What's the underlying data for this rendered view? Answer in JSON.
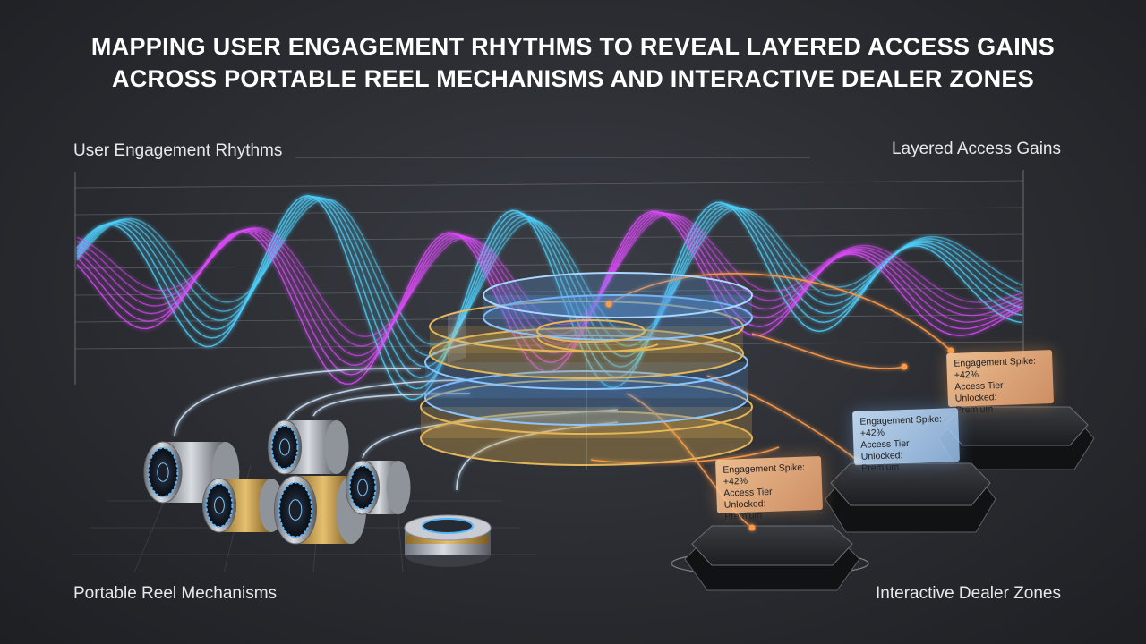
{
  "title": {
    "line1": "MAPPING USER ENGAGEMENT RHYTHMS TO REVEAL LAYERED ACCESS GAINS",
    "line2": "ACROSS PORTABLE REEL MECHANISMS AND INTERACTIVE DEALER ZONES"
  },
  "labels": {
    "top_left": "User Engagement Rhythms",
    "top_right": "Layered Access Gains",
    "bottom_left": "Portable Reel Mechanisms",
    "bottom_right": "Interactive Dealer Zones"
  },
  "cards": [
    {
      "line1": "Engagement Spike: +42%",
      "line2": "Access Tier Unlocked:",
      "line3": "Premium"
    },
    {
      "line1": "Engagement Spike: +42%",
      "line2": "Access Tier Unlocked:",
      "line3": "Premium"
    },
    {
      "line1": "Engagement Spike: +42%",
      "line2": "Access Tier Unlocked:",
      "line3": "Premium"
    }
  ],
  "colors": {
    "cyan_wave": "#4fd2ff",
    "magenta_wave": "#e04bff",
    "gold_ring": "#e3b65a",
    "blue_ring": "#6fb4ff",
    "orange_link": "#ff9a4a"
  },
  "icons": [
    "reel-mechanism-icon",
    "dealer-pedestal-icon",
    "spiral-hub-icon"
  ]
}
